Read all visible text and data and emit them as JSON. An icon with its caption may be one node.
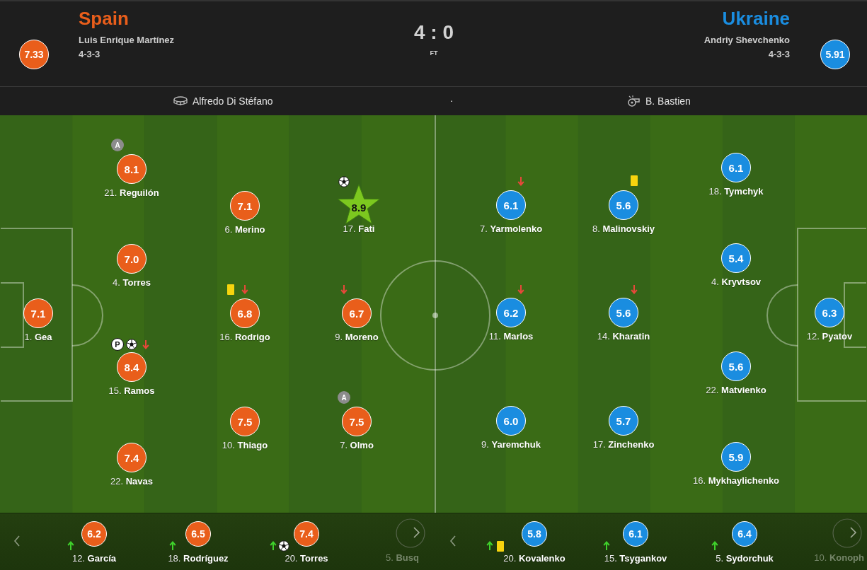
{
  "diagram": {
    "nodes": [
      {
        "text": [
          "7.33"
        ]
      },
      {
        "text": [
          "5.91"
        ]
      },
      {
        "text": [
          "7.1"
        ],
        "beside": [
          "1. **Gea**"
        ]
      },
      {
        "text": [
          "A"
        ]
      },
      {
        "text": [
          "8.1"
        ],
        "beside": [
          "21. **Reguilón**"
        ]
      },
      {
        "text": [
          "7.0"
        ],
        "beside": [
          "4. **Torres**"
        ]
      },
      {
        "text": [
          "P"
        ]
      },
      {
        "text": [
          "8.4"
        ],
        "beside": [
          "15. **Ramos**"
        ]
      },
      {
        "text": [
          "7.4"
        ],
        "beside": [
          "22. **Navas**"
        ]
      },
      {
        "text": [
          "7.1"
        ],
        "beside": [
          "6. **Merino**"
        ]
      },
      {
        "text": [
          "6.8"
        ],
        "beside": [
          "16. **Rodrigo**"
        ]
      },
      {
        "text": [
          "7.5"
        ],
        "beside": [
          "10. **Thiago**"
        ]
      },
      {
        "text": [
          "8.9"
        ],
        "beside": [
          "17. **Fati**"
        ]
      },
      {
        "text": [
          "6.7"
        ],
        "beside": [
          "9. **Moreno**"
        ]
      },
      {
        "text": [
          "A"
        ]
      },
      {
        "text": [
          "7.5"
        ],
        "beside": [
          "7. **Olmo**"
        ]
      },
      {
        "text": [
          "6.1"
        ],
        "beside": [
          "7. **Yarmolenko**"
        ]
      },
      {
        "text": [
          "6.2"
        ],
        "beside": [
          "11. **Marlos**"
        ]
      },
      {
        "text": [
          "6.0"
        ],
        "beside": [
          "9. **Yaremchuk**"
        ]
      },
      {
        "text": [
          "5.6"
        ],
        "beside": [
          "8. **Malinovskiy**"
        ]
      },
      {
        "text": [
          "5.6"
        ],
        "beside": [
          "14. **Kharatin**"
        ]
      },
      {
        "text": [
          "5.7"
        ],
        "beside": [
          "17. **Zinchenko**"
        ]
      },
      {
        "text": [
          "6.1"
        ],
        "beside": [
          "18. **Tymchyk**"
        ]
      },
      {
        "text": [
          "5.4"
        ],
        "beside": [
          "4. **Kryvtsov**"
        ]
      },
      {
        "text": [
          "5.6"
        ],
        "beside": [
          "22. **Matvienko**"
        ]
      },
      {
        "text": [
          "5.9"
        ],
        "beside": [
          "16. **Mykhaylichenko**"
        ]
      },
      {
        "text": [
          "6.3"
        ],
        "beside": [
          "12. **Pyatov**"
        ]
      },
      {
        "text": [
          "6.2"
        ],
        "beside": [
          "12. **García**"
        ]
      },
      {
        "text": [
          "6.5"
        ],
        "beside": [
          "18. **Rodríguez**"
        ]
      },
      {
        "text": [
          "7.4"
        ],
        "beside": [
          "20. **Torres**"
        ]
      },
      {
        "text": [
          "5.8"
        ],
        "beside": [
          "20. **Kovalenko**"
        ]
      },
      {
        "text": [
          "6.1"
        ],
        "beside": [
          "15. **Tsygankov**"
        ]
      },
      {
        "text": [
          "6.4"
        ],
        "beside": [
          "5. **Sydorchuk**"
        ]
      }
    ],
    "labels": [
      "Spain",
      "Luis Enrique Martínez",
      "4-3-3",
      "4 : 0",
      "FT",
      "Ukraine",
      "Andriy Shevchenko",
      "4-3-3",
      "Alfredo Di Stéfano",
      "·",
      "B. Bastien",
      "5. **Busq**",
      "10. **Konoph**"
    ]
  }
}
